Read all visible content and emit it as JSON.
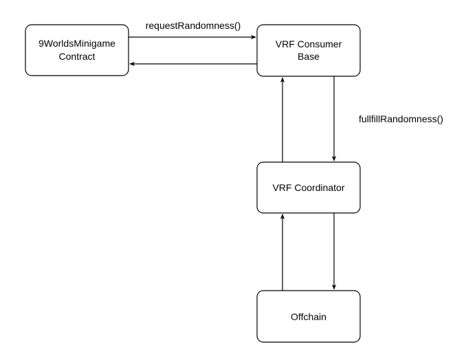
{
  "nodes": {
    "minigame": {
      "line1": "9WorldsMinigame",
      "line2": "Contract"
    },
    "consumer": {
      "line1": "VRF Consumer",
      "line2": "Base"
    },
    "coordinator": {
      "line1": "VRF Coordinator"
    },
    "offchain": {
      "line1": "Offchain"
    }
  },
  "edges": {
    "request_label": "requestRandomness()",
    "fulfill_label": "fullfillRandomness()"
  },
  "colors": {
    "stroke": "#000000",
    "fill": "#ffffff"
  }
}
